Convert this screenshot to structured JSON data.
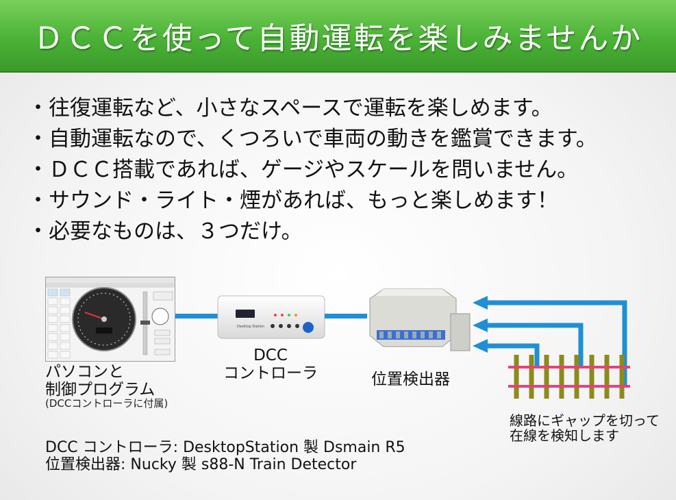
{
  "title": "ＤＣＣを使って自動運転を楽しみませんか",
  "bullets": [
    "・往復運転など、小さなスペースで運転を楽しめます。",
    "・自動運転なので、くつろいで車両の動きを鑑賞できます。",
    "・ＤＣＣ搭載であれば、ゲージやスケールを問いません。",
    "・サウンド・ライト・煙があれば、もっと楽しめます！",
    "・必要なものは、３つだけ。"
  ],
  "diagram": {
    "pc_label_1": "パソコンと",
    "pc_label_2": "制御プログラム",
    "pc_note": "(DCCコントローラに付属)",
    "dcc_label_1": "DCC",
    "dcc_label_2": "コントローラ",
    "detector_label": "位置検出器",
    "track_note_1": "線路にギャップを切って",
    "track_note_2": "在線を検知します",
    "controller_brand": "Desktop Station"
  },
  "credits": {
    "line1_key": "DCC コントローラ",
    "line1_val": ": DesktopStation 製  Dsmain R5",
    "line2_key": "位置検出器",
    "line2_val": ": Nucky 製 s88-N Train Detector"
  },
  "colors": {
    "header": "#4ab236",
    "cable": "#1f8fd6",
    "rail": "#e8407a",
    "tie": "#7a7a14"
  }
}
